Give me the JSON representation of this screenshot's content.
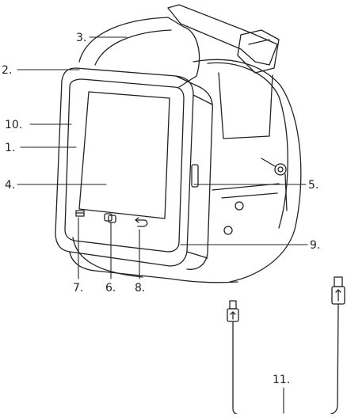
{
  "labels": {
    "l1": "1.",
    "l2": "2.",
    "l3": "3.",
    "l4": "4.",
    "l5": "5.",
    "l6": "6.",
    "l7": "7.",
    "l8": "8.",
    "l9": "9.",
    "l10": "10.",
    "l11": "11."
  },
  "colors": {
    "line": "#222222",
    "background": "#ffffff"
  },
  "icons": [
    "menu-icon",
    "home-icon",
    "back-icon",
    "micro-usb-connector-icon",
    "usb-connector-icon"
  ]
}
